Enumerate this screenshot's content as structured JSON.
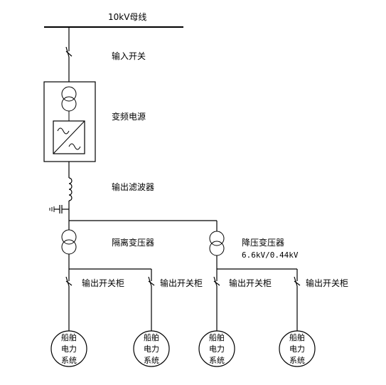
{
  "bus_label": "10kV母线",
  "input_switch_label": "输入开关",
  "vfd_label": "变频电源",
  "filter_label": "输出滤波器",
  "isolation_transformer_label": "隔离变压器",
  "stepdown_transformer": {
    "label": "降压变压器",
    "ratio": "6.6kV/0.44kV"
  },
  "output_cabinets": [
    {
      "label": "输出开关柜"
    },
    {
      "label": "输出开关柜"
    },
    {
      "label": "输出开关柜"
    },
    {
      "label": "输出开关柜"
    }
  ],
  "loads": [
    {
      "line1": "船舶",
      "line2": "电力",
      "line3": "系统"
    },
    {
      "line1": "船舶",
      "line2": "电力",
      "line3": "系统"
    },
    {
      "line1": "船舶",
      "line2": "电力",
      "line3": "系统"
    },
    {
      "line1": "船舶",
      "line2": "电力",
      "line3": "系统"
    }
  ]
}
